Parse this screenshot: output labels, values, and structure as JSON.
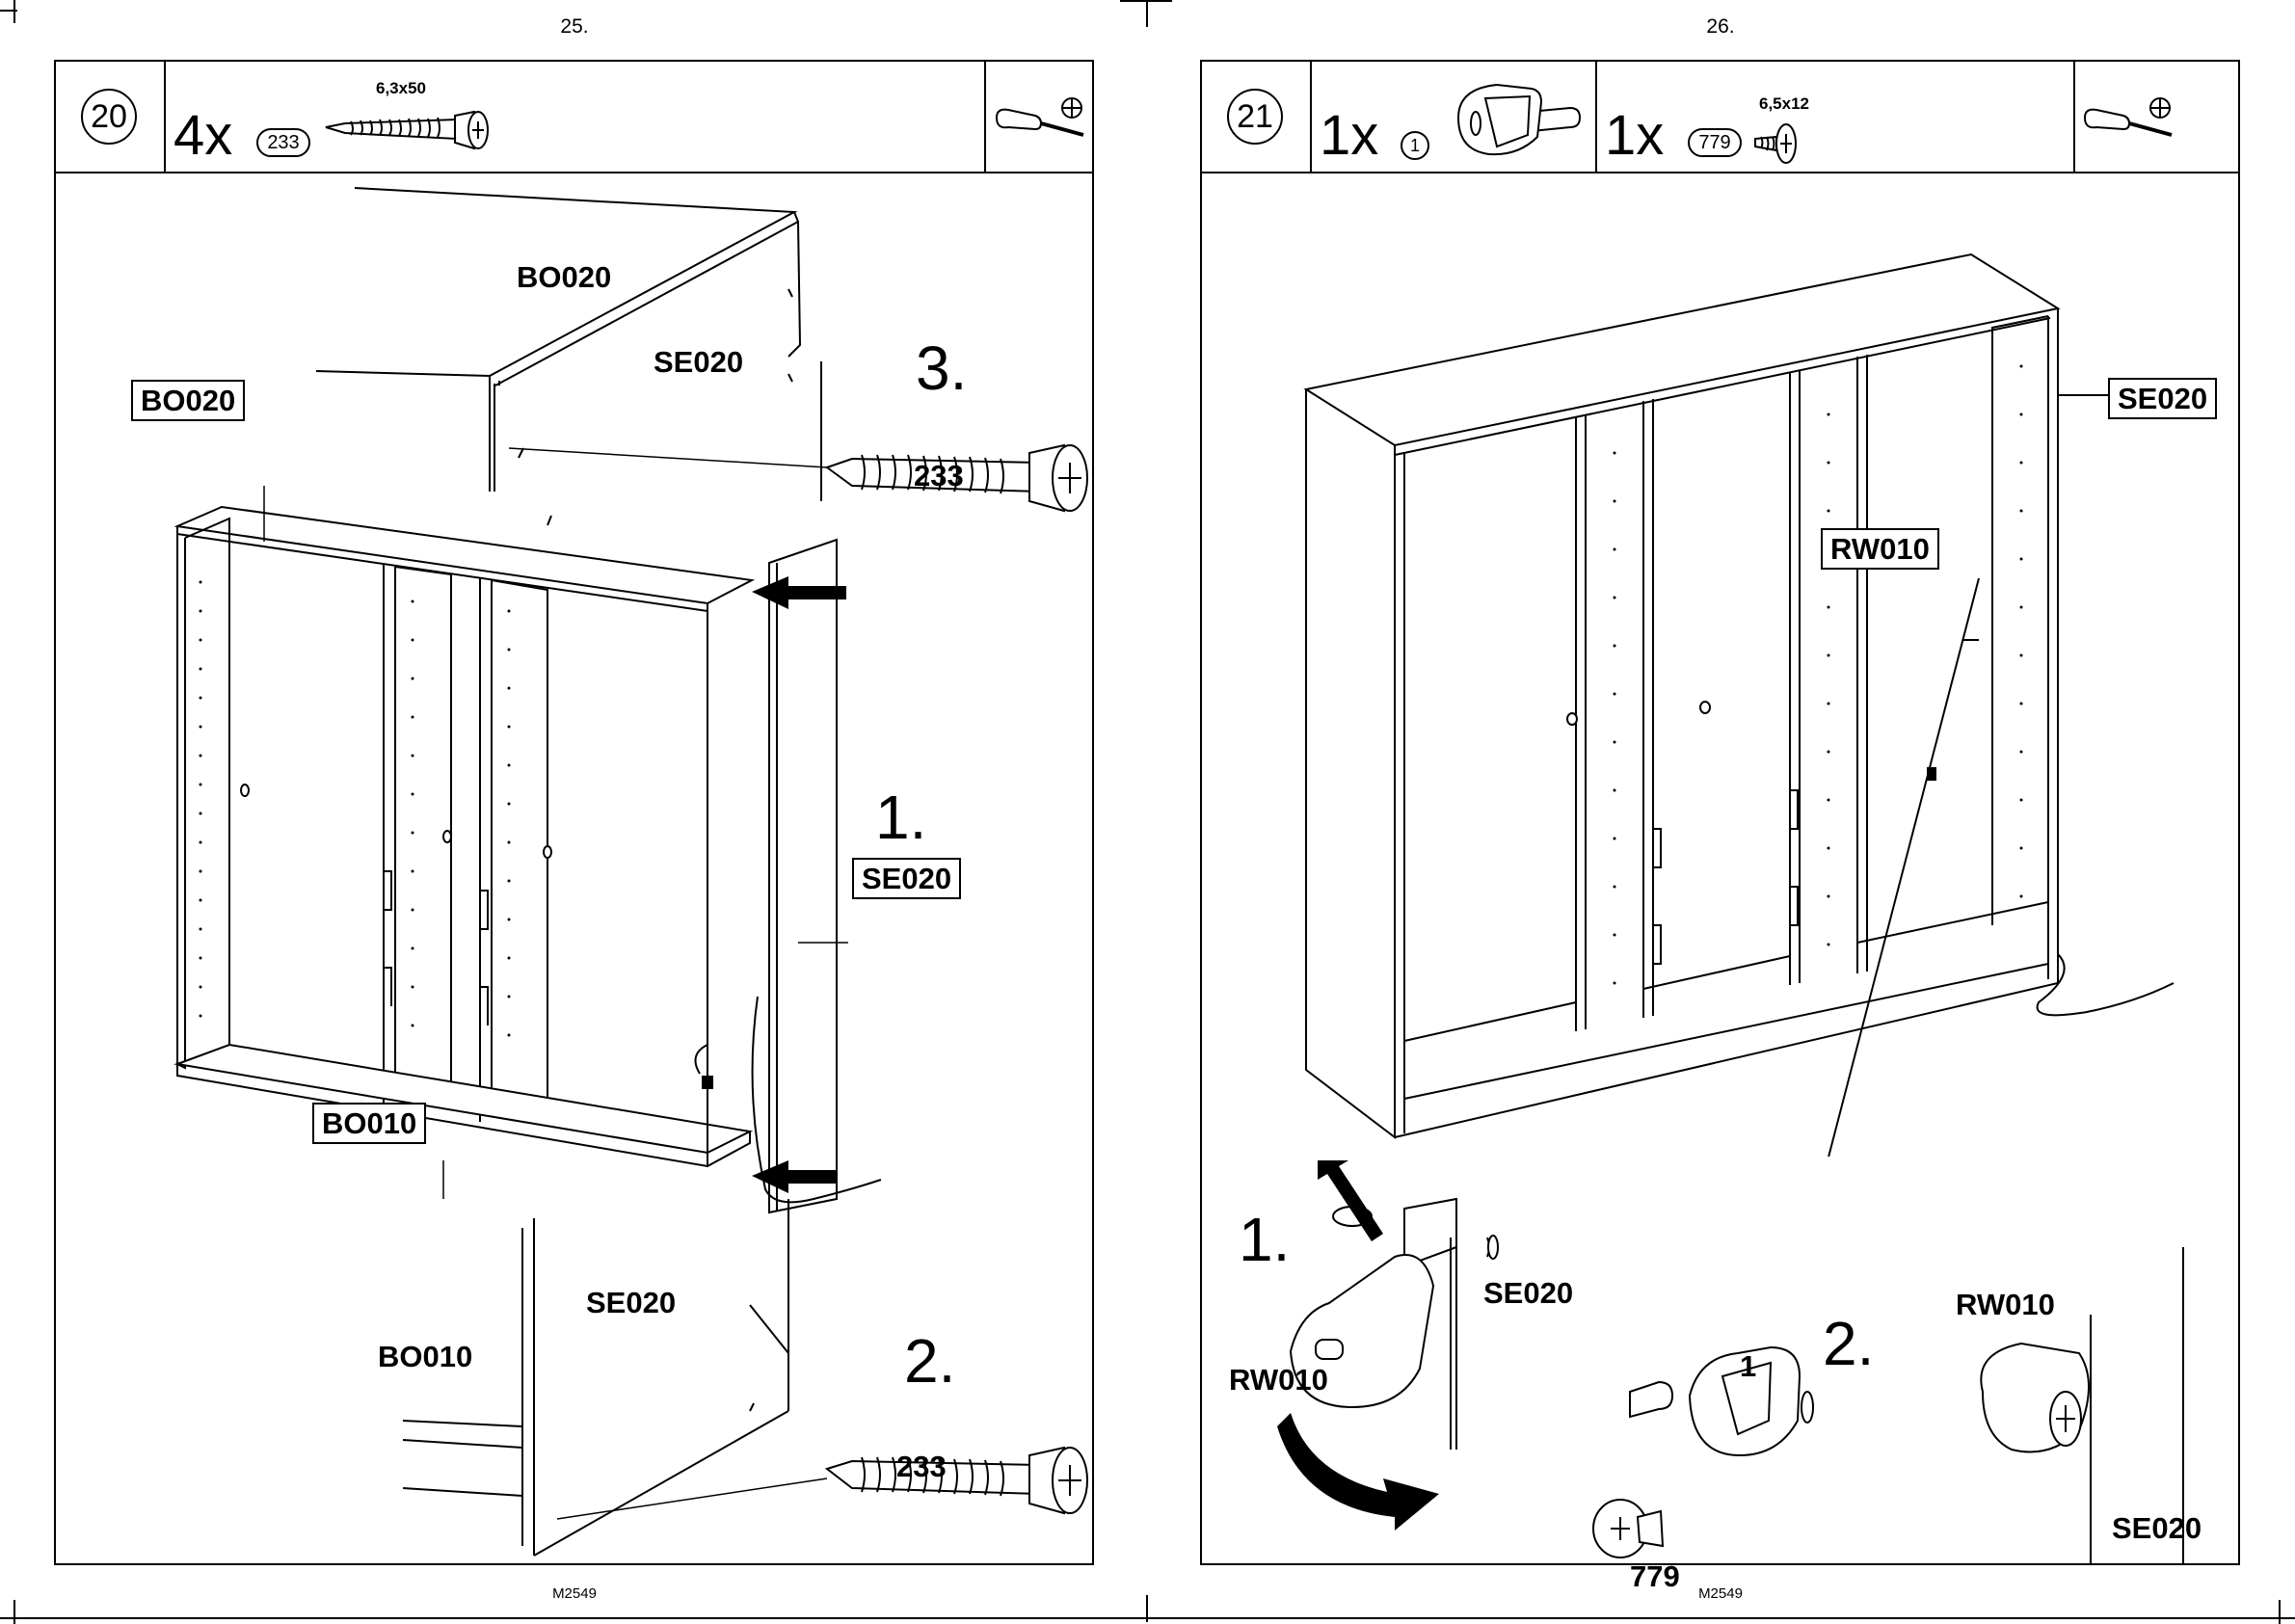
{
  "left_page": {
    "page_number": "25.",
    "footer_code": "M2549",
    "step": {
      "number": "20",
      "quantity": "4x",
      "part_code": "233",
      "part_size": "6,3x50",
      "tool": "phillips-screwdriver-icon"
    },
    "labels": {
      "bo020_top": "BO020",
      "se020_top": "SE020",
      "step3": "3.",
      "screw_233_top": "233",
      "bo020_box": "BO020",
      "step1": "1.",
      "se020_box": "SE020",
      "bo010_box": "BO010",
      "se020_bottom": "SE020",
      "bo010_bottom": "BO010",
      "step2": "2.",
      "screw_233_bottom": "233"
    }
  },
  "right_page": {
    "page_number": "26.",
    "footer_code": "M2549",
    "step": {
      "number": "21",
      "quantity_a": "1x",
      "part_a_code": "1",
      "quantity_b": "1x",
      "part_b_code": "779",
      "part_b_size": "6,5x12",
      "tool": "phillips-screwdriver-icon"
    },
    "labels": {
      "se020_box": "SE020",
      "rw010_box": "RW010",
      "step1": "1.",
      "rw010_left": "RW010",
      "se020_detail": "SE020",
      "part1": "1",
      "step2": "2.",
      "screw_779": "779",
      "rw010_right": "RW010",
      "se020_right": "SE020"
    }
  }
}
